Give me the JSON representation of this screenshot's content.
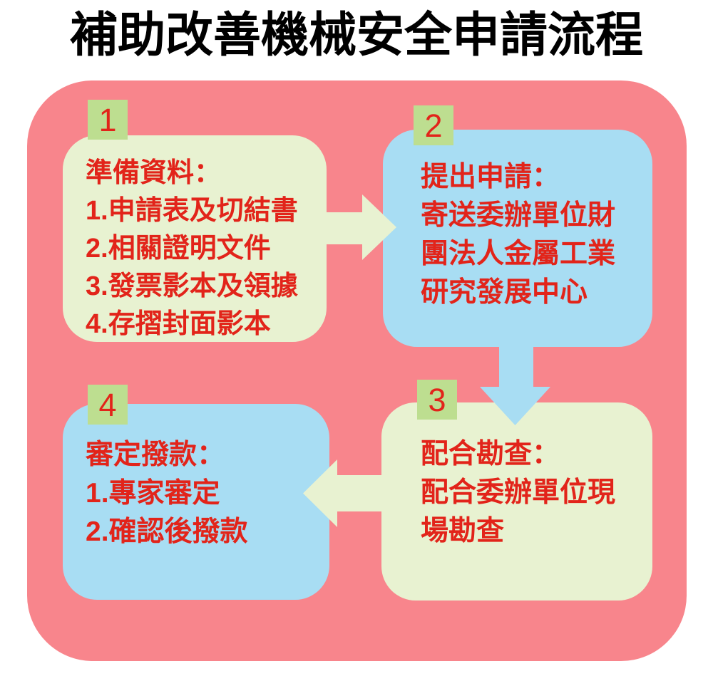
{
  "title": "補助改善機械安全申請流程",
  "colors": {
    "page_bg": "#ffffff",
    "panel_pink": "#f8858c",
    "box_green": "#e8f2d1",
    "box_blue": "#a8ddf3",
    "badge_green": "#bdde90",
    "text_red": "#e2241a",
    "title_black": "#000000"
  },
  "steps": [
    {
      "number": "1",
      "lines": [
        "準備資料：",
        "1.申請表及切結書",
        "2.相關證明文件",
        "3.發票影本及領據",
        "4.存摺封面影本"
      ]
    },
    {
      "number": "2",
      "lines": [
        "提出申請：",
        "寄送委辦單位財",
        "團法人金屬工業",
        "研究發展中心"
      ]
    },
    {
      "number": "3",
      "lines": [
        "配合勘查：",
        "配合委辦單位現",
        "場勘查"
      ]
    },
    {
      "number": "4",
      "lines": [
        "審定撥款：",
        "1.專家審定",
        "2.確認後撥款"
      ]
    }
  ],
  "arrows": [
    {
      "icon": "arrow-right-icon",
      "from": "1",
      "to": "2"
    },
    {
      "icon": "arrow-down-icon",
      "from": "2",
      "to": "3"
    },
    {
      "icon": "arrow-left-icon",
      "from": "3",
      "to": "4"
    }
  ]
}
